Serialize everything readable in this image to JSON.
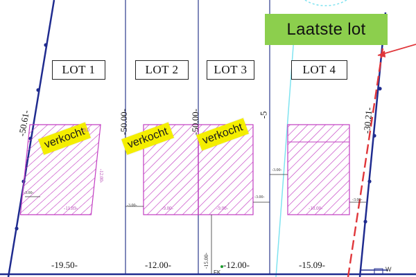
{
  "callout": {
    "label": "Laatste lot"
  },
  "lots": [
    {
      "label": "LOT 1",
      "status": "verkocht"
    },
    {
      "label": "LOT 2",
      "status": "verkocht"
    },
    {
      "label": "LOT 3",
      "status": "verkocht"
    },
    {
      "label": "LOT 4",
      "status": ""
    }
  ],
  "dimensions": {
    "left_side": "-50.61-",
    "lot1_right": "-50.00-",
    "lot3_left": "-50.00-",
    "lot3_right": "-5",
    "right_side": "-30.21-",
    "bottom_lot1": "-19.50-",
    "bottom_lot2": "-12.00-",
    "bottom_lot3": "-12.00-",
    "bottom_lot4": "-15.09-",
    "depth_marker": "-15.00-",
    "setback_lot1": "-3.00-",
    "setback_lot2": "-3.00-",
    "setback_lot3": "-3.00-",
    "setback_lot4_left": "-3.00-",
    "setback_lot4_right": "-3.00-",
    "bldg1_width": "-11.89-",
    "bldg1_depth": "-12.00-",
    "bldg1_top": "-9.0",
    "bldg2_width": "-9.00-",
    "bldg3_width": "-9.00-",
    "bldg4_width": "-10.00-"
  },
  "labels": {
    "west": "W",
    "fk": "FK"
  },
  "colors": {
    "boundary": "#1f2b8f",
    "divider": "#2c3a8c",
    "hatch": "#c23cc2",
    "cyan_line": "#7fe3f0",
    "red_dashed": "#e0363a",
    "callout_bg": "#8ccf4d",
    "sold_bg": "#f4ee00"
  }
}
